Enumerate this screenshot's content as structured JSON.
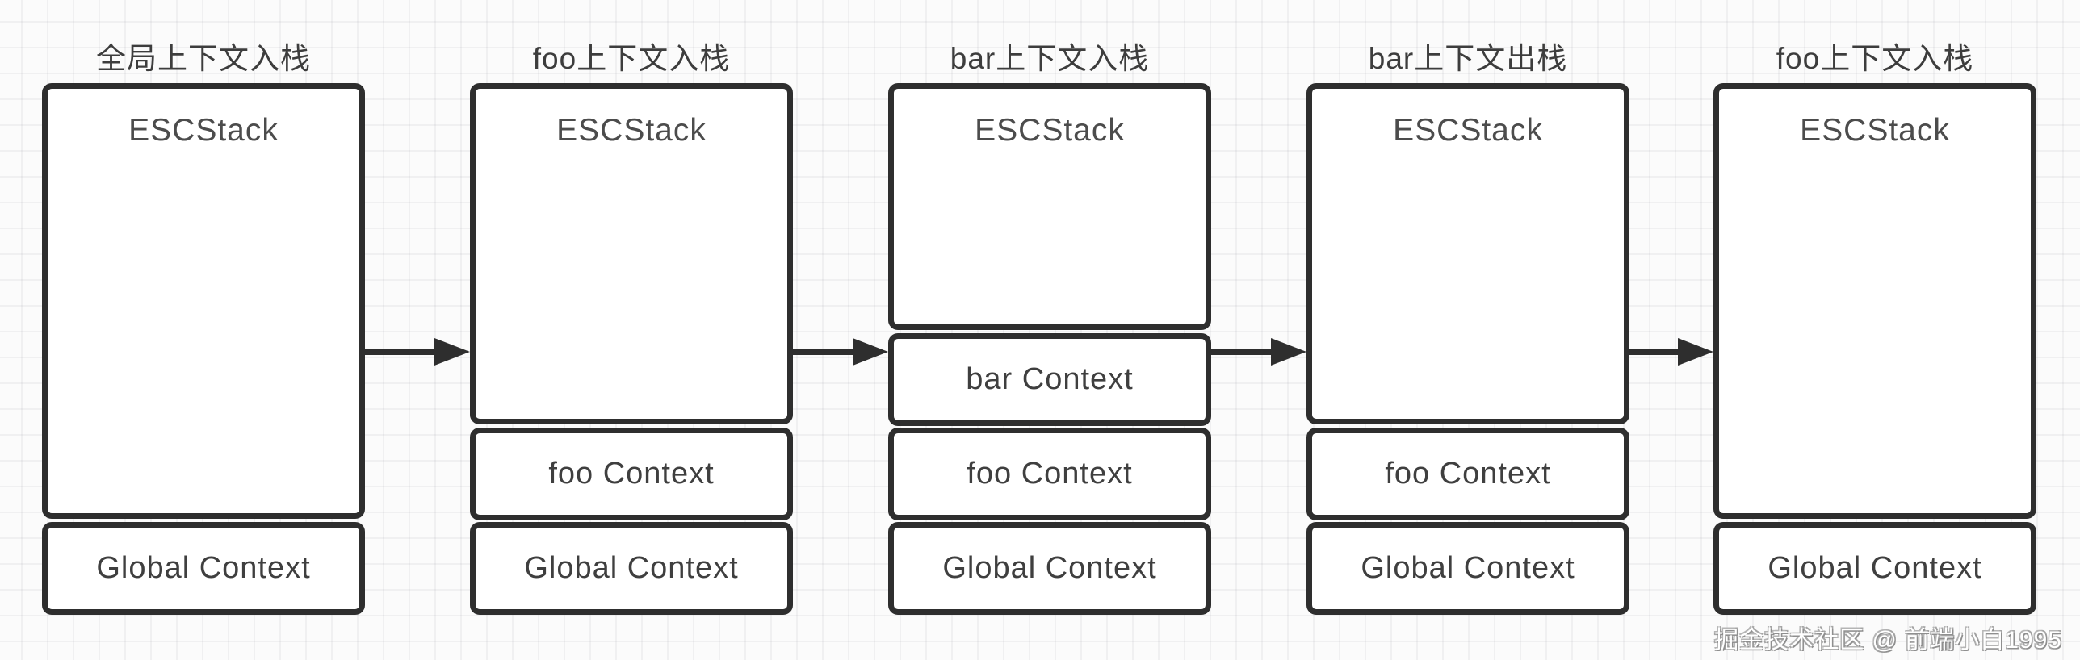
{
  "colors": {
    "background": "#fbfbfb",
    "grid_line": "#e8e8ec",
    "box_border": "#2e2e2e",
    "box_fill": "#ffffff",
    "title_text": "#3d3d3d",
    "label_text": "#4c4c4c",
    "arrow": "#2e2e2e",
    "watermark_fill": "#ffffff",
    "watermark_outline": "#8f8f8f"
  },
  "stages": [
    {
      "title": "全局上下文入栈",
      "stack_label": "ESCStack",
      "frames": [
        "Global Context"
      ]
    },
    {
      "title": "foo上下文入栈",
      "stack_label": "ESCStack",
      "frames": [
        "foo Context",
        "Global Context"
      ]
    },
    {
      "title": "bar上下文入栈",
      "stack_label": "ESCStack",
      "frames": [
        "bar Context",
        "foo Context",
        "Global Context"
      ]
    },
    {
      "title": "bar上下文出栈",
      "stack_label": "ESCStack",
      "frames": [
        "foo Context",
        "Global Context"
      ]
    },
    {
      "title": "foo上下文入栈",
      "stack_label": "ESCStack",
      "frames": [
        "Global Context"
      ]
    }
  ],
  "watermark": "掘金技术社区 @ 前端小白1995"
}
